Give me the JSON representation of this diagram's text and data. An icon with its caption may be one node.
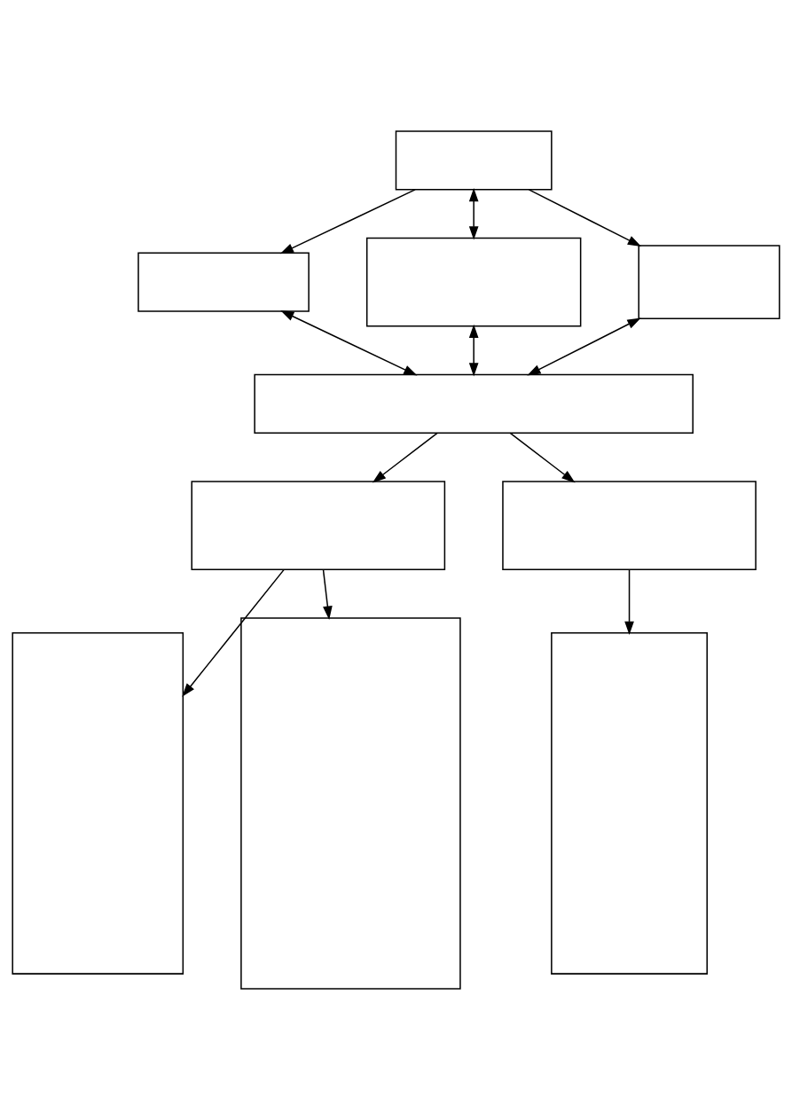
{
  "diagram": {
    "nodes": [
      {
        "text": [],
        "shape": "box"
      },
      {
        "text": [],
        "shape": "box"
      },
      {
        "text": [],
        "shape": "box"
      },
      {
        "text": [],
        "shape": "box"
      },
      {
        "text": [],
        "shape": "box"
      },
      {
        "text": [],
        "shape": "box"
      },
      {
        "text": [],
        "shape": "box"
      },
      {
        "text": [],
        "shape": "box"
      },
      {
        "text": [],
        "shape": "box"
      },
      {
        "text": [],
        "shape": "box"
      }
    ],
    "edges": [
      {
        "from": 0,
        "to": 1,
        "arrow": "to"
      },
      {
        "from": 0,
        "to": 2,
        "arrow": "both"
      },
      {
        "from": 0,
        "to": 3,
        "arrow": "to"
      },
      {
        "from": 4,
        "to": 1,
        "arrow": "both"
      },
      {
        "from": 4,
        "to": 2,
        "arrow": "both"
      },
      {
        "from": 4,
        "to": 3,
        "arrow": "both"
      },
      {
        "from": 4,
        "to": 5,
        "arrow": "to"
      },
      {
        "from": 4,
        "to": 6,
        "arrow": "to"
      },
      {
        "from": 5,
        "to": 7,
        "arrow": "to"
      },
      {
        "from": 5,
        "to": 8,
        "arrow": "to"
      },
      {
        "from": 6,
        "to": 9,
        "arrow": "to"
      }
    ]
  }
}
